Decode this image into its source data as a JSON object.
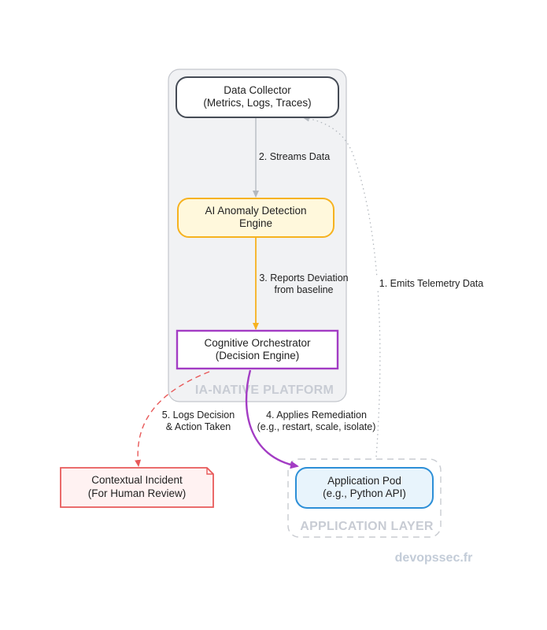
{
  "clusters": {
    "platform": "IA-NATIVE PLATFORM",
    "application": "APPLICATION LAYER"
  },
  "nodes": {
    "collector": [
      "Data Collector",
      "(Metrics, Logs, Traces)"
    ],
    "ai_engine": [
      "AI Anomaly Detection",
      "Engine"
    ],
    "orchestrator": [
      "Cognitive Orchestrator",
      "(Decision Engine)"
    ],
    "incident": [
      "Contextual Incident",
      "(For Human Review)"
    ],
    "app_pod": [
      "Application Pod",
      "(e.g., Python API)"
    ]
  },
  "edges": {
    "telemetry": [
      "1. Emits Telemetry Data"
    ],
    "streams": [
      "2. Streams Data"
    ],
    "reports": [
      "3. Reports Deviation",
      "from baseline"
    ],
    "remediation": [
      "4. Applies Remediation",
      "(e.g., restart, scale, isolate)"
    ],
    "logs": [
      "5. Logs Decision",
      "& Action Taken"
    ]
  },
  "watermark": "devopssec.fr",
  "colors": {
    "cluster_bg": "#f1f2f4",
    "cluster_border": "#c3c6cc",
    "collector_border": "#454b55",
    "ai_fill": "#fff8dc",
    "ai_border": "#f6b21f",
    "orchestrator_border": "#a33cc4",
    "incident_fill": "#fff2f2",
    "incident_border": "#e85a5a",
    "pod_fill": "#e8f4fc",
    "pod_border": "#2d8fd7",
    "edge_gray": "#b3b8be"
  }
}
